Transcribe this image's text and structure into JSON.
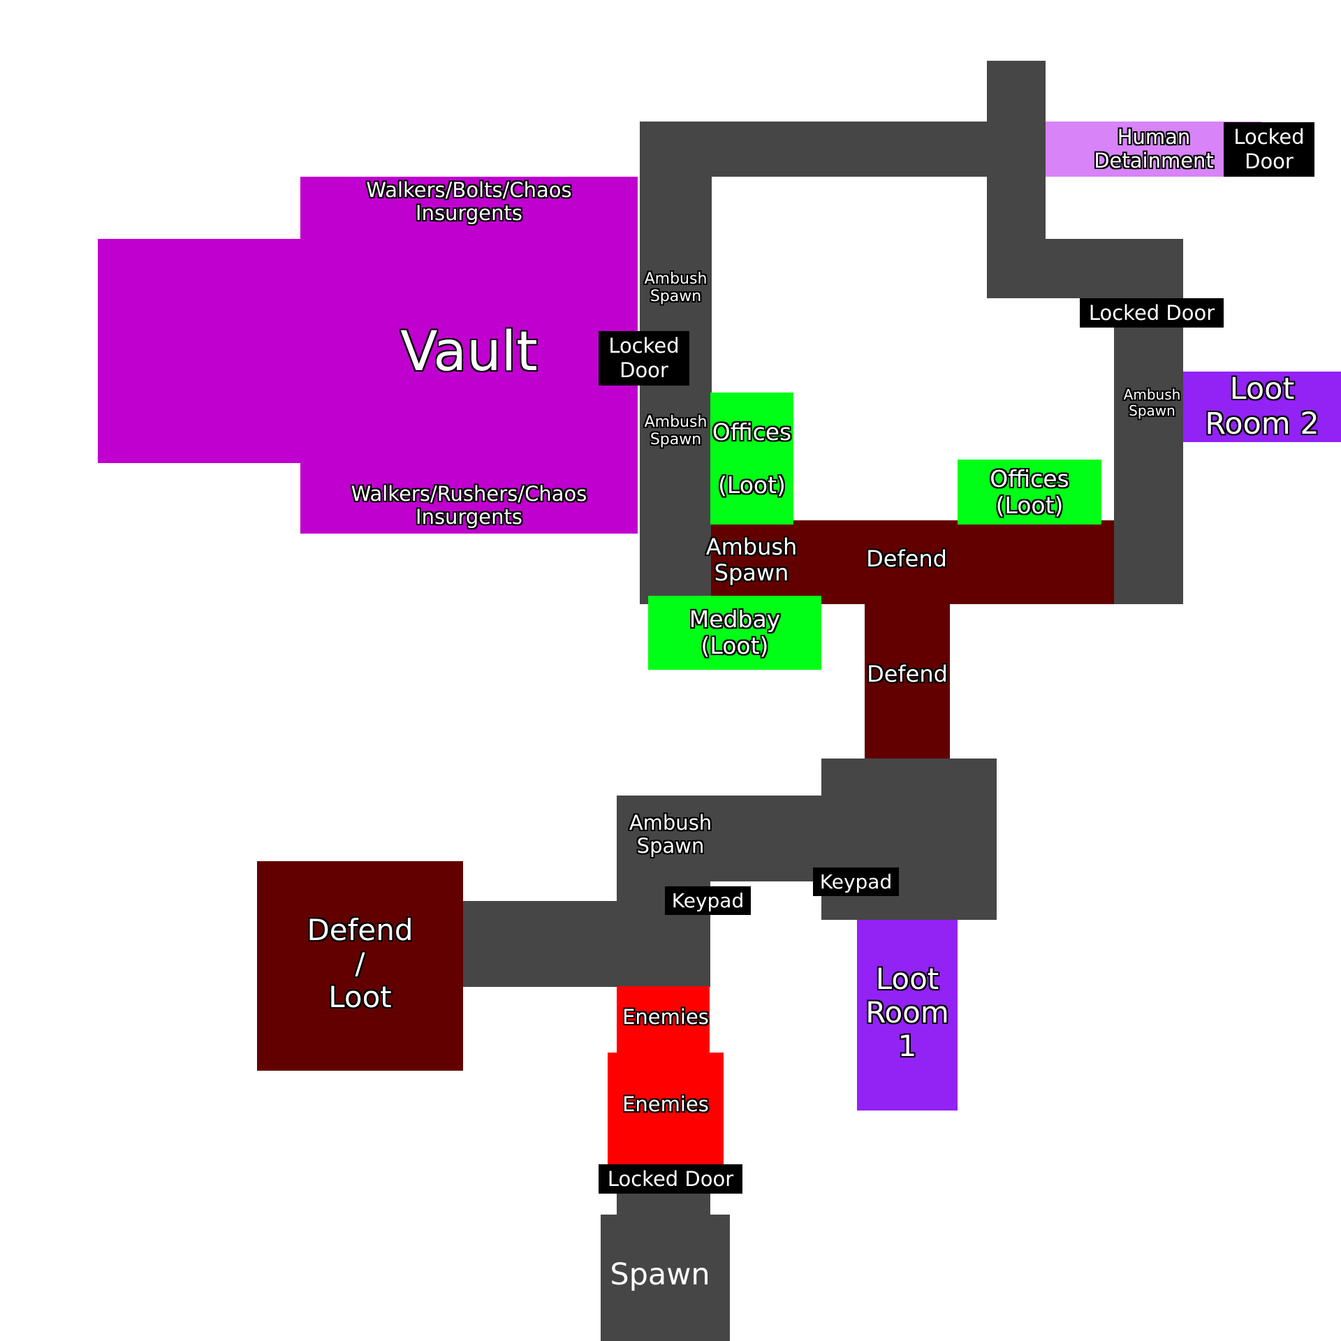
{
  "map": {
    "colors": {
      "corridor": "#464646",
      "vault": "#c000cf",
      "human_detainment": "#d883f8",
      "loot_room": "#9322f5",
      "loot_area": "#00ff17",
      "defend": "#620000",
      "enemies": "#ff0000",
      "door": "#000000",
      "background": "#ffffff"
    },
    "vault": {
      "title": "Vault",
      "top_note": "Walkers/Bolts/Chaos\nInsurgents",
      "bottom_note": "Walkers/Rushers/Chaos\nInsurgents",
      "door": "Locked\nDoor"
    },
    "ambush_spawns": {
      "left_upper": "Ambush\nSpawn",
      "left_lower": "Ambush\nSpawn",
      "right": "Ambush\nSpawn",
      "center": "Ambush\nSpawn",
      "lower_hub": "Ambush\nSpawn"
    },
    "human_detainment": {
      "label": "Human\nDetainment",
      "door": "Locked\nDoor"
    },
    "right_door": "Locked Door",
    "loot_room_2": "Loot\nRoom 2",
    "offices_left": "Offices\n\n(Loot)",
    "offices_right": "Offices\n(Loot)",
    "medbay": "Medbay\n(Loot)",
    "defend_horizontal": "Defend",
    "defend_vertical": "Defend",
    "keypads": [
      "Keypad",
      "Keypad"
    ],
    "loot_room_1": "Loot\nRoom\n1",
    "defend_loot": "Defend\n/\nLoot",
    "enemies": [
      "Enemies",
      "Enemies"
    ],
    "spawn_door": "Locked Door",
    "spawn": "Spawn"
  }
}
